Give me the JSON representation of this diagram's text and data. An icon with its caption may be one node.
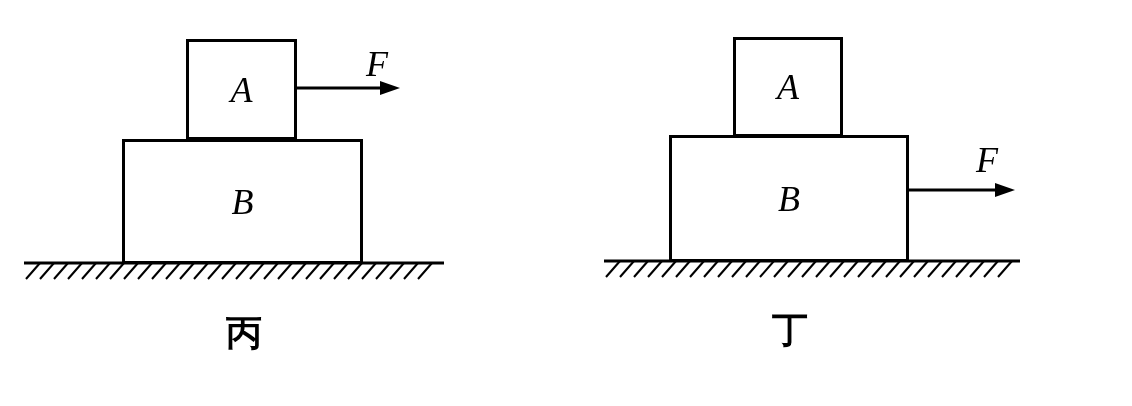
{
  "diagram": {
    "nodes": [
      {
        "text": [
          "A"
        ]
      },
      {
        "text": [
          "B"
        ]
      },
      {
        "text": [
          "A"
        ]
      },
      {
        "text": [
          "B"
        ]
      }
    ],
    "labels": [
      "F",
      "丙",
      "F",
      "丁"
    ]
  }
}
